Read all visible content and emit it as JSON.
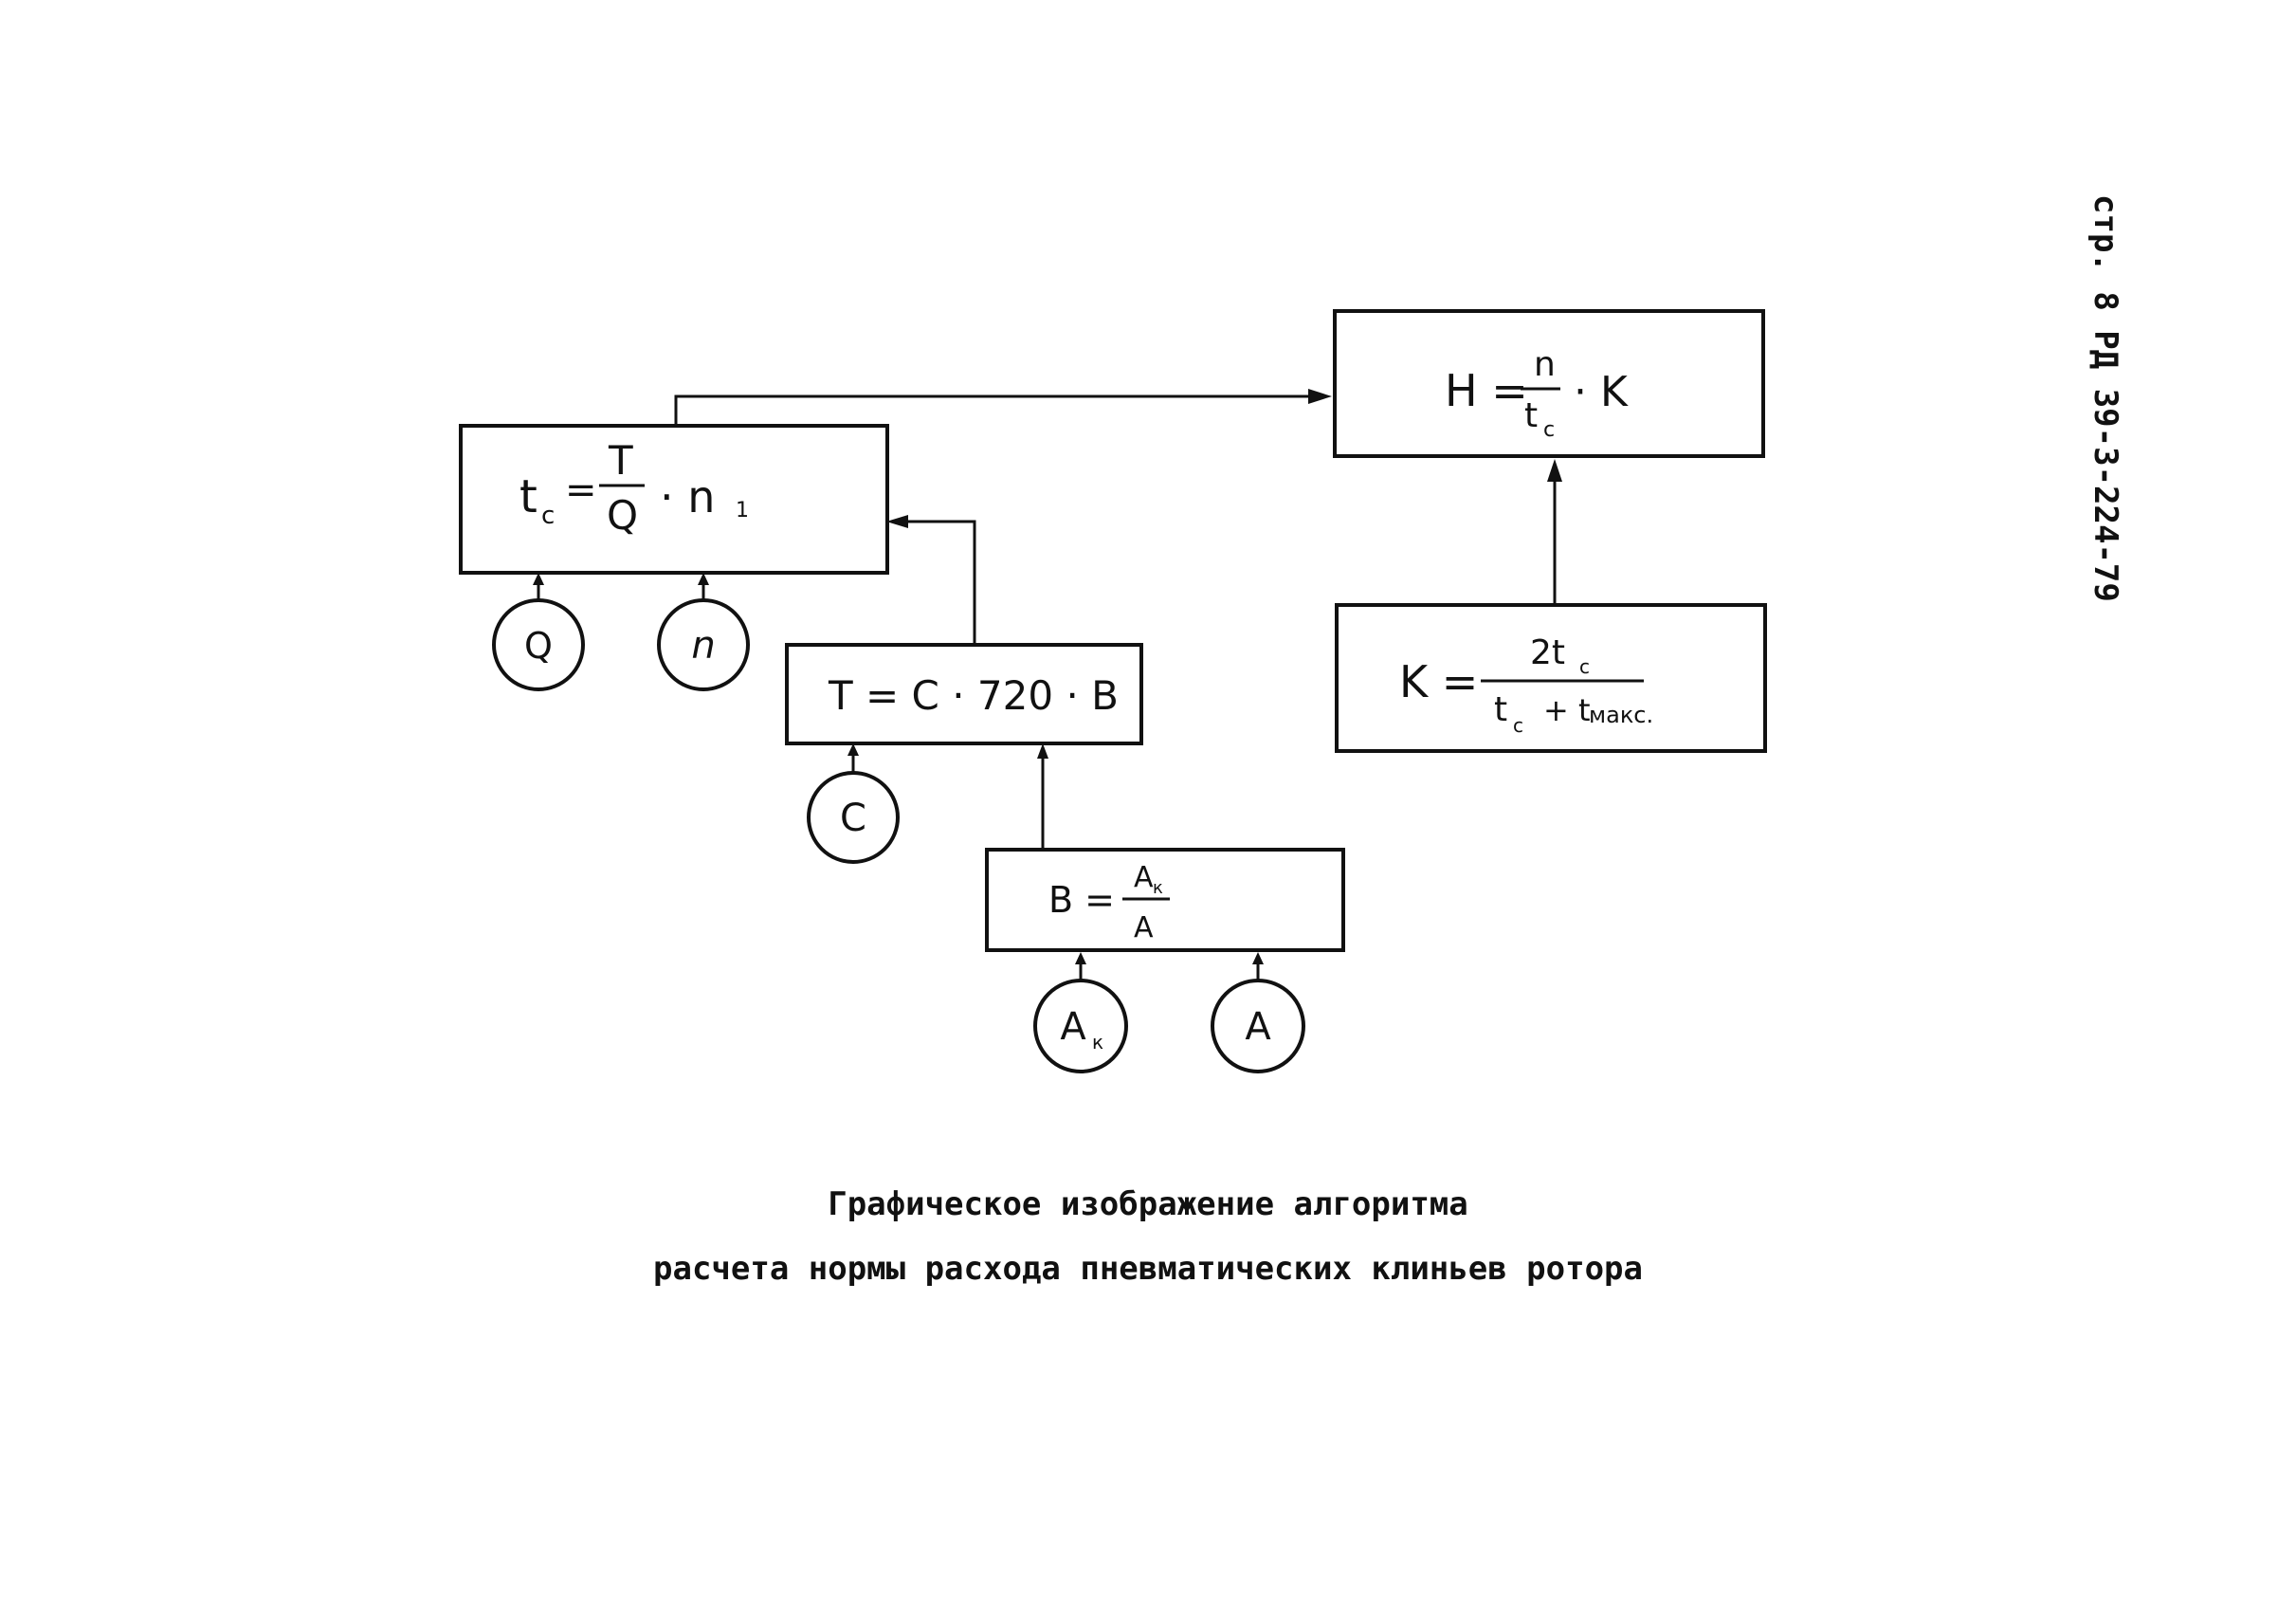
{
  "side_label": "стр. 8 РД 39-3-224-79",
  "caption": {
    "line1": "Графическое изображение алгоритма",
    "line2": "расчета нормы расхода пневматических клиньев ротора"
  },
  "nodes": {
    "H": {
      "lhs": "H =",
      "num": "n",
      "den": "t",
      "den_sub": "c",
      "tail": "· K"
    },
    "tc": {
      "lhs": "t",
      "lhs_sub": "c",
      "eq": "=",
      "num": "T",
      "den": "Q",
      "tail": "· n",
      "tail_sub": "1"
    },
    "T": {
      "expr": "T = C · 720 · B"
    },
    "K": {
      "lhs": "K =",
      "num": "2t",
      "num_sub": "c",
      "den1": "t",
      "den1_sub": "c",
      "den2": "+ t",
      "den2_sub": "макс."
    },
    "B": {
      "lhs": "B =",
      "num": "A",
      "num_sub": "к",
      "den": "A"
    }
  },
  "inputs": {
    "Q": "Q",
    "n": "n",
    "C": "C",
    "Ak": "A",
    "Ak_sub": "к",
    "A": "A"
  }
}
